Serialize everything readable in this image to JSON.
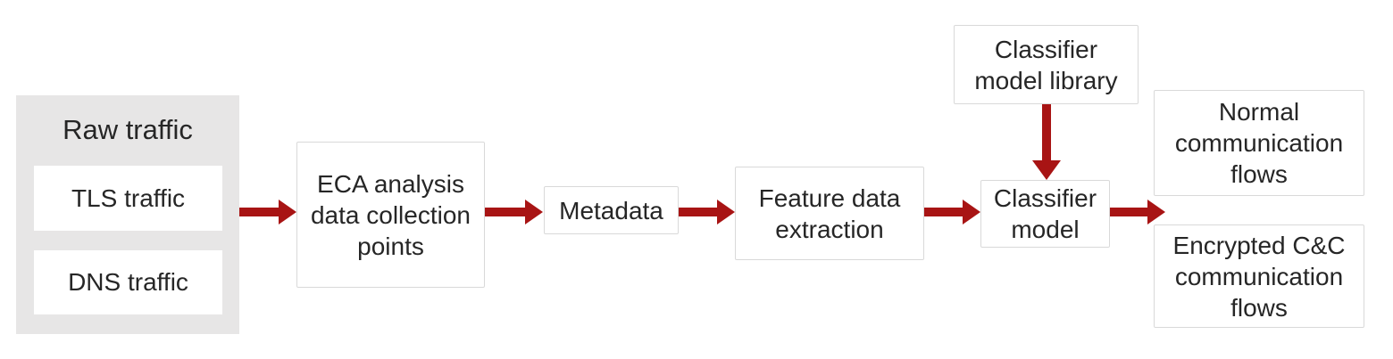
{
  "palette": {
    "arrow_red": "#a81414",
    "panel_gray": "#e7e6e6",
    "box_border": "#d9d9d9",
    "text": "#262626",
    "background": "#ffffff"
  },
  "panel": {
    "title": "Raw traffic",
    "tls": "TLS traffic",
    "dns": "DNS traffic"
  },
  "nodes": {
    "eca": "ECA analysis data collection points",
    "metadata": "Metadata",
    "feature": "Feature data extraction",
    "classifier": "Classifier model",
    "library": "Classifier model library",
    "normal": "Normal communication flows",
    "encrypted": "Encrypted C&C communication flows"
  }
}
